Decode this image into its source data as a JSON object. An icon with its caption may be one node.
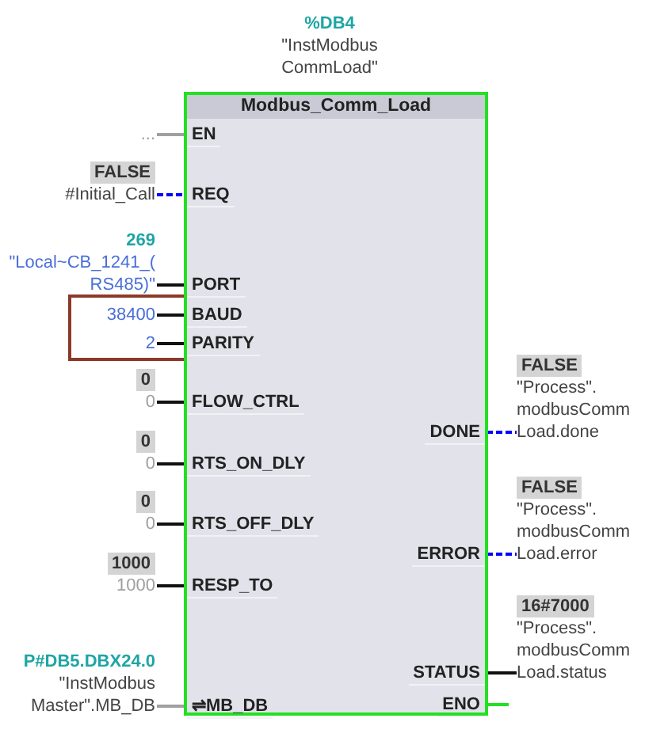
{
  "diagram": {
    "nodes": [
      {
        "text": [
          "Modbus_Comm_Load"
        ],
        "beside": [
          "%DB4",
          "\"InstModbus CommLoad\""
        ]
      },
      {
        "text": [
          "EN"
        ],
        "in": 0
      },
      {
        "text": [
          "REQ"
        ],
        "in": 0
      },
      {
        "text": [
          "PORT"
        ],
        "in": 0
      },
      {
        "text": [
          "BAUD"
        ],
        "in": 0
      },
      {
        "text": [
          "PARITY"
        ],
        "in": 0
      },
      {
        "text": [
          "FLOW_CTRL"
        ],
        "in": 0
      },
      {
        "text": [
          "RTS_ON_DLY"
        ],
        "in": 0
      },
      {
        "text": [
          "RTS_OFF_DLY"
        ],
        "in": 0
      },
      {
        "text": [
          "RESP_TO"
        ],
        "in": 0
      },
      {
        "text": [
          "⇌MB_DB"
        ],
        "in": 0
      },
      {
        "text": [
          "DONE"
        ],
        "in": 0
      },
      {
        "text": [
          "ERROR"
        ],
        "in": 0
      },
      {
        "text": [
          "STATUS"
        ],
        "in": 0
      },
      {
        "text": [
          "ENO"
        ],
        "in": 0
      },
      {
        "text": [
          "..."
        ]
      },
      {
        "text": [
          "FALSE",
          "#Initial_Call"
        ]
      },
      {
        "text": [
          "269",
          "\"Local~CB_1241_( RS485)\""
        ]
      },
      {
        "text": [
          "38400"
        ]
      },
      {
        "text": [
          "2"
        ]
      },
      {
        "text": [
          "0",
          "0"
        ]
      },
      {
        "text": [
          "0",
          "0"
        ]
      },
      {
        "text": [
          "0",
          "0"
        ]
      },
      {
        "text": [
          "1000",
          "1000"
        ]
      },
      {
        "text": [
          "P#DB5.DBX24.0",
          "\"InstModbus Master\".MB_DB"
        ]
      },
      {
        "text": [
          "FALSE",
          "\"Process\". modbusComm Load.done"
        ]
      },
      {
        "text": [
          "FALSE",
          "\"Process\". modbusComm Load.error"
        ]
      },
      {
        "text": [
          "16#7000",
          "\"Process\". modbusComm Load.status"
        ]
      }
    ],
    "edges": [
      {
        "from": 15,
        "to": 1,
        "arrow": "none",
        "color": "#a0a0a0"
      },
      {
        "from": 16,
        "to": 2,
        "arrow": "none",
        "style": "dashed",
        "color": "#0000ff"
      },
      {
        "from": 17,
        "to": 3,
        "arrow": "none"
      },
      {
        "from": 18,
        "to": 4,
        "arrow": "none"
      },
      {
        "from": 19,
        "to": 5,
        "arrow": "none"
      },
      {
        "from": 20,
        "to": 6,
        "arrow": "none"
      },
      {
        "from": 21,
        "to": 7,
        "arrow": "none"
      },
      {
        "from": 22,
        "to": 8,
        "arrow": "none"
      },
      {
        "from": 23,
        "to": 9,
        "arrow": "none"
      },
      {
        "from": 24,
        "to": 10,
        "arrow": "none",
        "color": "#a0a0a0"
      },
      {
        "from": 11,
        "to": 25,
        "arrow": "none",
        "style": "dashed",
        "color": "#0000ff"
      },
      {
        "from": 12,
        "to": 26,
        "arrow": "none",
        "style": "dashed",
        "color": "#0000ff"
      },
      {
        "from": 13,
        "to": 27,
        "arrow": "none"
      },
      {
        "from": 14,
        "to": null,
        "arrow": "none",
        "color": "#22e022"
      }
    ]
  }
}
